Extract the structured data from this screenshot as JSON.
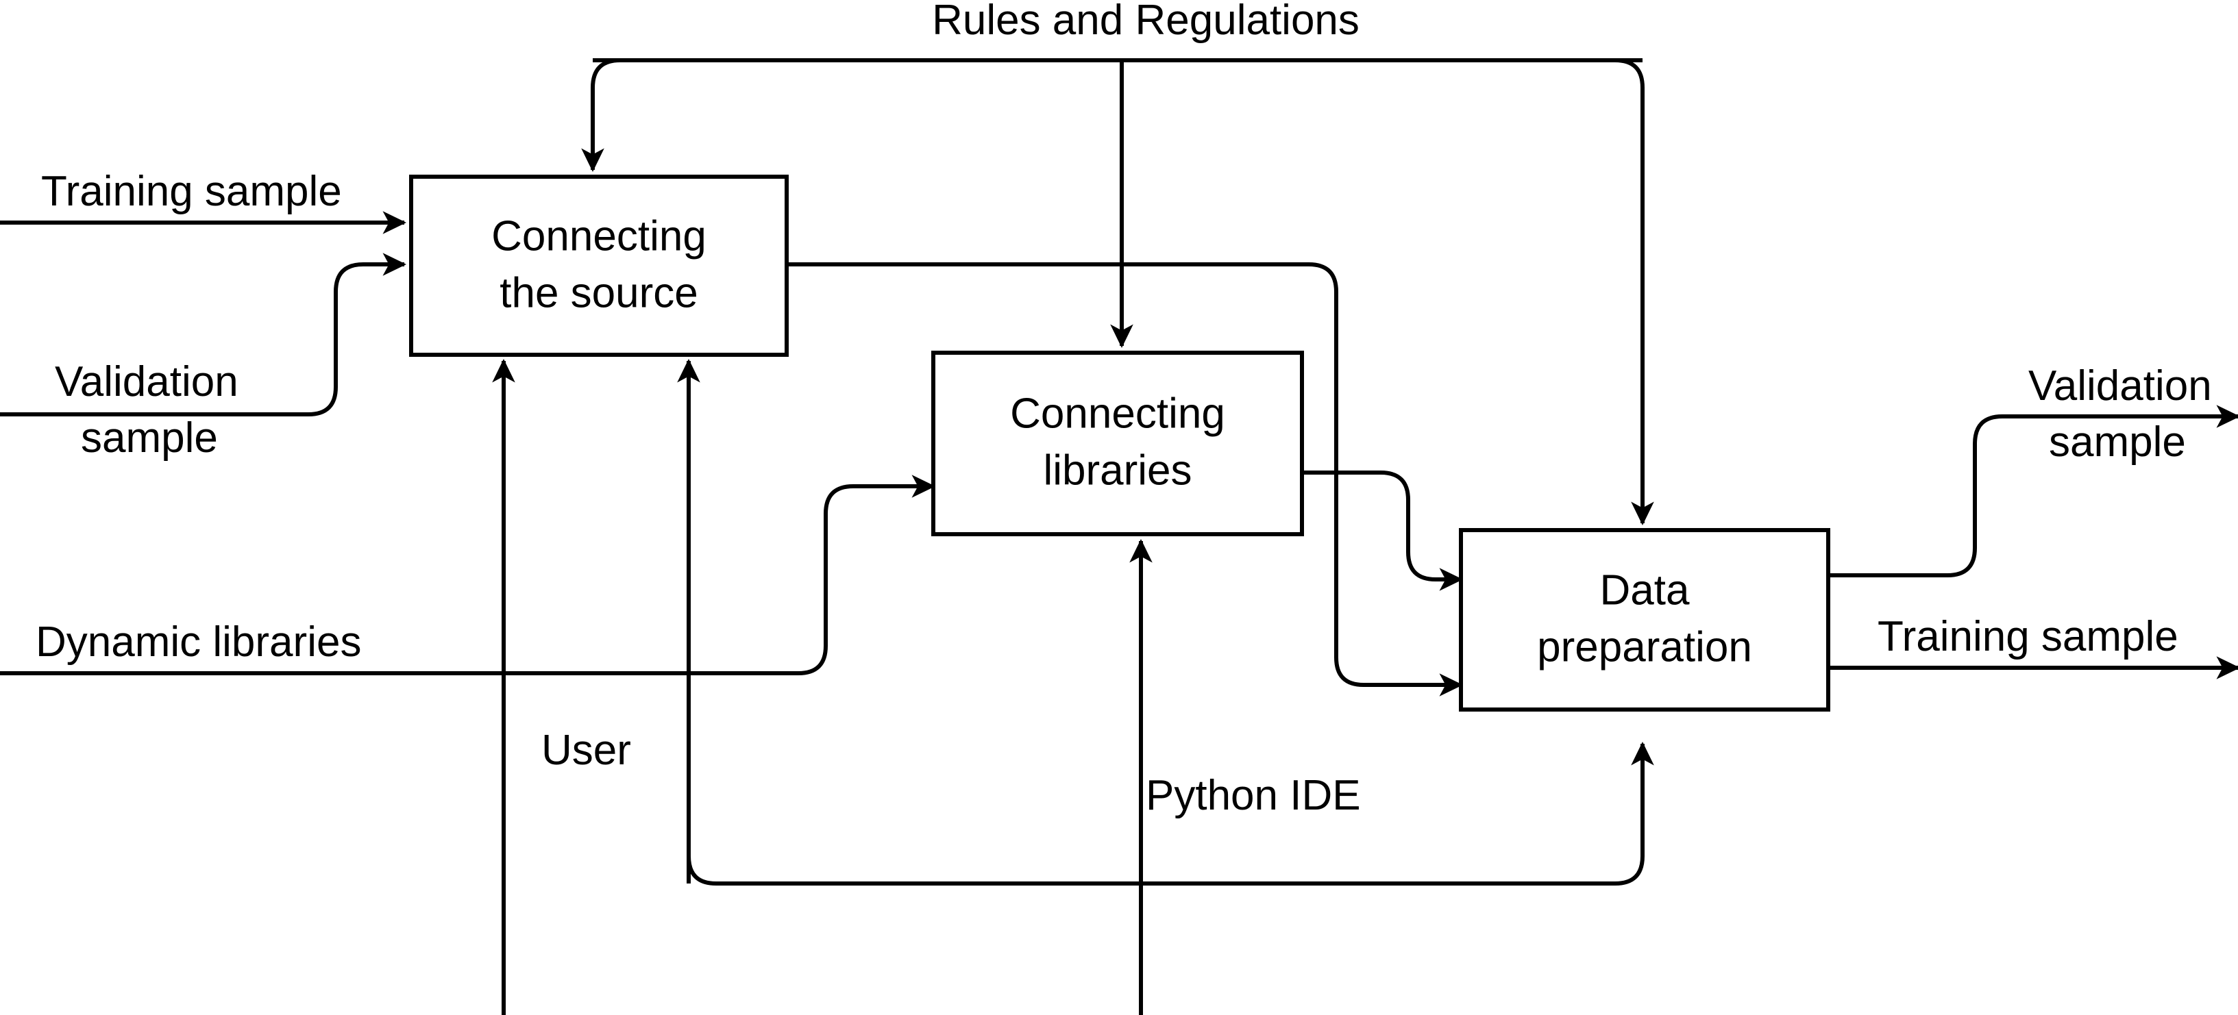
{
  "diagram": {
    "title": "IDEF0 data-preparation process diagram",
    "stroke_color": "#000000",
    "background_color": "#ffffff",
    "boxes": [
      {
        "id": "connecting-the-source",
        "line1": "Connecting",
        "line2": "the source"
      },
      {
        "id": "connecting-libraries",
        "line1": "Connecting",
        "line2": "libraries"
      },
      {
        "id": "data-preparation",
        "line1": "Data",
        "line2": "preparation"
      }
    ],
    "labels": {
      "rules_and_regulations": "Rules and Regulations",
      "training_sample_in": "Training sample",
      "validation_sample_in_l1": "Validation",
      "validation_sample_in_l2": "sample",
      "dynamic_libraries": "Dynamic libraries",
      "user": "User",
      "python_ide": "Python IDE",
      "validation_sample_out_l1": "Validation",
      "validation_sample_out_l2": "sample",
      "training_sample_out": "Training sample"
    },
    "flows": [
      {
        "from": "Training sample",
        "to": "Connecting the source",
        "kind": "input"
      },
      {
        "from": "Validation sample",
        "to": "Connecting the source",
        "kind": "input"
      },
      {
        "from": "Rules and Regulations",
        "to": "Connecting the source",
        "kind": "control"
      },
      {
        "from": "Rules and Regulations",
        "to": "Connecting libraries",
        "kind": "control"
      },
      {
        "from": "Rules and Regulations",
        "to": "Data preparation",
        "kind": "control"
      },
      {
        "from": "User",
        "to": "Connecting the source",
        "kind": "mechanism"
      },
      {
        "from": "Python IDE",
        "to": "Connecting the source",
        "kind": "mechanism"
      },
      {
        "from": "Python IDE",
        "to": "Connecting libraries",
        "kind": "mechanism"
      },
      {
        "from": "Python IDE",
        "to": "Data preparation",
        "kind": "mechanism"
      },
      {
        "from": "Dynamic libraries",
        "to": "Connecting libraries",
        "kind": "input"
      },
      {
        "from": "Connecting the source",
        "to": "Data preparation",
        "kind": "input"
      },
      {
        "from": "Connecting libraries",
        "to": "Data preparation",
        "kind": "input"
      },
      {
        "from": "Data preparation",
        "to": "Validation sample",
        "kind": "output"
      },
      {
        "from": "Data preparation",
        "to": "Training sample",
        "kind": "output"
      }
    ]
  }
}
